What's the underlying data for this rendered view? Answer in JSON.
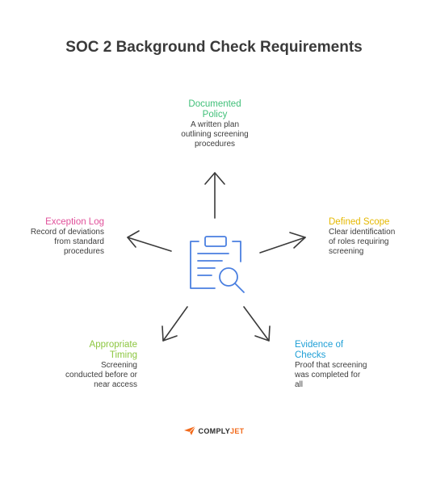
{
  "title": "SOC 2 Background Check Requirements",
  "colors": {
    "documented": "#3fbf78",
    "defined": "#e5b800",
    "evidence": "#1e9fd6",
    "timing": "#8cc63f",
    "exception": "#e0509a",
    "icon": "#4a7fe0",
    "arrow": "#3a3a3a",
    "brand_orange": "#f26a1b"
  },
  "nodes": {
    "documented": {
      "head1": "Documented",
      "head2": "Policy",
      "desc1": "A written plan",
      "desc2": "outlining screening",
      "desc3": "procedures"
    },
    "defined": {
      "head1": "Defined Scope",
      "desc1": "Clear identification",
      "desc2": "of roles requiring",
      "desc3": "screening"
    },
    "evidence": {
      "head1": "Evidence of",
      "head2": "Checks",
      "desc1": "Proof that screening",
      "desc2": "was completed for",
      "desc3": "all"
    },
    "timing": {
      "head1": "Appropriate",
      "head2": "Timing",
      "desc1": "Screening",
      "desc2": "conducted before or",
      "desc3": "near access"
    },
    "exception": {
      "head1": "Exception Log",
      "desc1": "Record of deviations",
      "desc2": "from standard",
      "desc3": "procedures"
    }
  },
  "center_icon": "clipboard-search-icon",
  "brand": {
    "icon": "paper-plane-icon",
    "part1": "COMPLY",
    "part2": "JET"
  }
}
